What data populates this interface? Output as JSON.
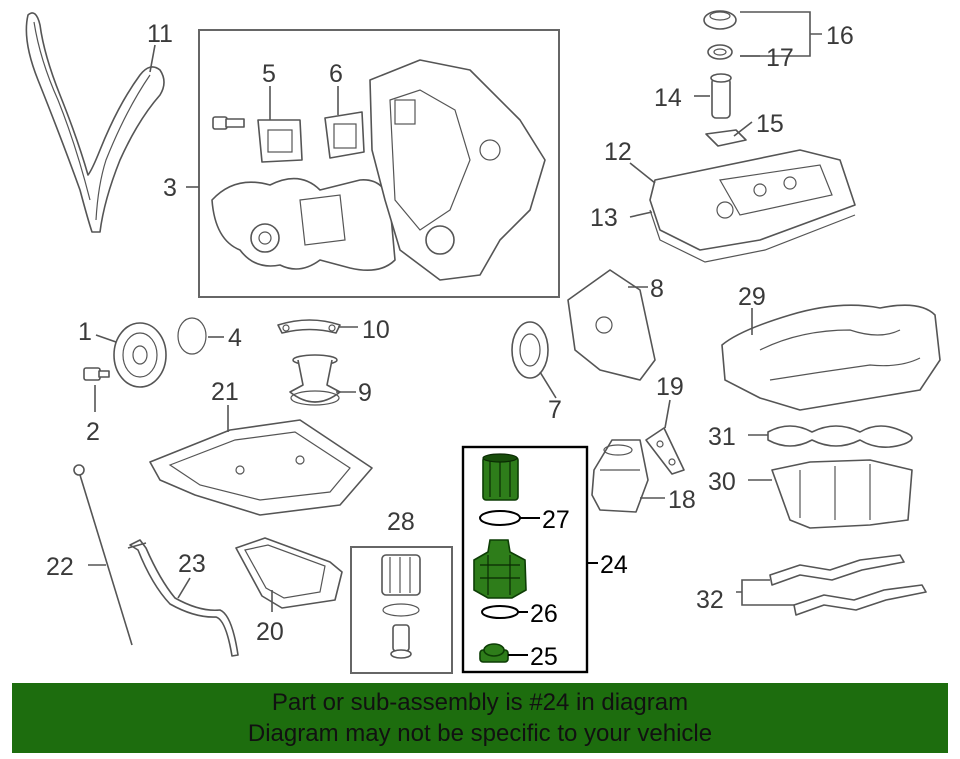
{
  "callouts": {
    "c1": "1",
    "c2": "2",
    "c3": "3",
    "c4": "4",
    "c5": "5",
    "c6": "6",
    "c7": "7",
    "c8": "8",
    "c9": "9",
    "c10": "10",
    "c11": "11",
    "c12": "12",
    "c13": "13",
    "c14": "14",
    "c15": "15",
    "c16": "16",
    "c17": "17",
    "c18": "18",
    "c19": "19",
    "c20": "20",
    "c21": "21",
    "c22": "22",
    "c23": "23",
    "c24": "24",
    "c25": "25",
    "c26": "26",
    "c27": "27",
    "c28": "28",
    "c29": "29",
    "c30": "30",
    "c31": "31",
    "c32": "32"
  },
  "highlighted_part": "24",
  "colors": {
    "highlight_fill": "#2e7d1a",
    "banner_bg": "#1d6d0e"
  },
  "banner": {
    "line1": "Part or sub-assembly is #24 in diagram",
    "line2": "Diagram may not be specific to your vehicle"
  }
}
